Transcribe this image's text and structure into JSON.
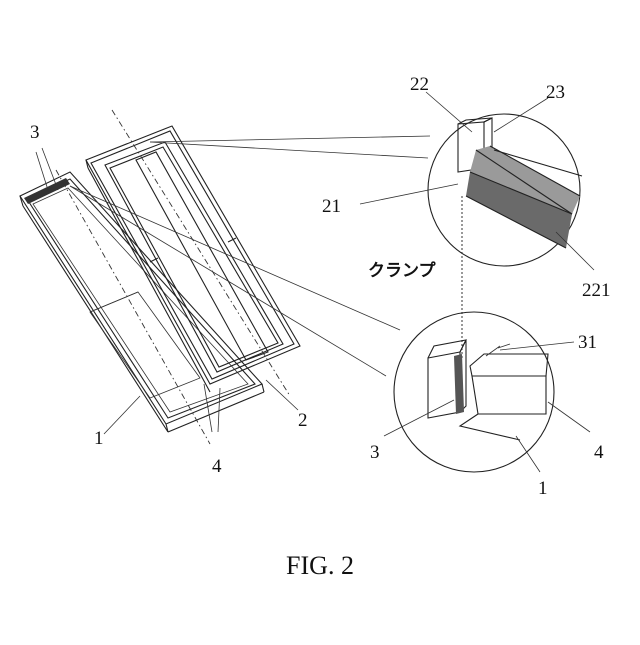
{
  "labels": {
    "l3_top": "3",
    "l22": "22",
    "l23": "23",
    "l21": "21",
    "l221": "221",
    "l31": "31",
    "l1_left": "1",
    "l4_left": "4",
    "l2": "2",
    "l3_bottom": "3",
    "l4_right": "4",
    "l1_bottom": "1"
  },
  "clamp_text": "クランプ",
  "caption": "FIG. 2"
}
